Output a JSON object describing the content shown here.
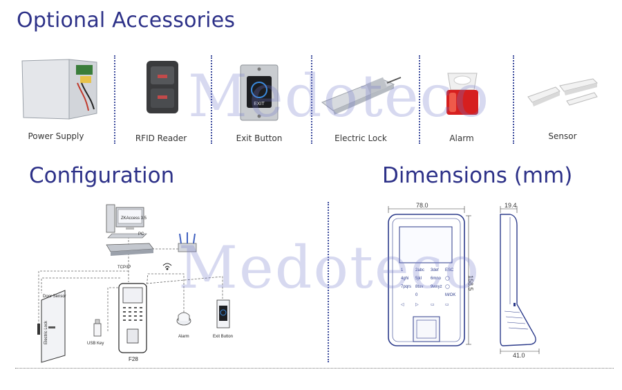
{
  "headings": {
    "optional": "Optional Accessories",
    "configuration": "Configuration",
    "dimensions": "Dimensions (mm)"
  },
  "accessories": [
    {
      "label": "Power Supply",
      "icon": "power-supply-icon"
    },
    {
      "label": "RFID Reader",
      "icon": "rfid-reader-icon"
    },
    {
      "label": "Exit Button",
      "icon": "exit-button-icon"
    },
    {
      "label": "Electric Lock",
      "icon": "electric-lock-icon"
    },
    {
      "label": "Alarm",
      "icon": "alarm-icon"
    },
    {
      "label": "Sensor",
      "icon": "sensor-icon"
    }
  ],
  "exit_text": "EXIT",
  "watermark": "Medoteco",
  "config": {
    "pc": "PC",
    "zkaccess": "ZKAccess 3.5",
    "tcpip": "TCP/IP",
    "door_sensor": "Door Sensor",
    "electric_lock": "Electric Lock",
    "usb_key": "USB Key",
    "device": "F28",
    "alarm": "Alarm",
    "exit_button": "Exit Button"
  },
  "dimensions": {
    "width": "78.0",
    "height": "158.5",
    "depth_top": "19.4",
    "depth_bottom": "41.0"
  },
  "keypad": [
    [
      "1",
      "2abc",
      "3def",
      "ESC"
    ],
    [
      "4ghi",
      "5jkl",
      "6mno",
      "◯"
    ],
    [
      "7pqrs",
      "8tuv",
      "9wxyz",
      "◯"
    ],
    [
      "",
      "0",
      "",
      "M/OK"
    ],
    [
      "◁",
      "▷",
      "▭",
      "▭"
    ]
  ],
  "colors": {
    "heading": "#2d3188",
    "separator": "#3b4a9c",
    "device_outline": "#2b3a8a",
    "alarm_red": "#d61f1f"
  }
}
